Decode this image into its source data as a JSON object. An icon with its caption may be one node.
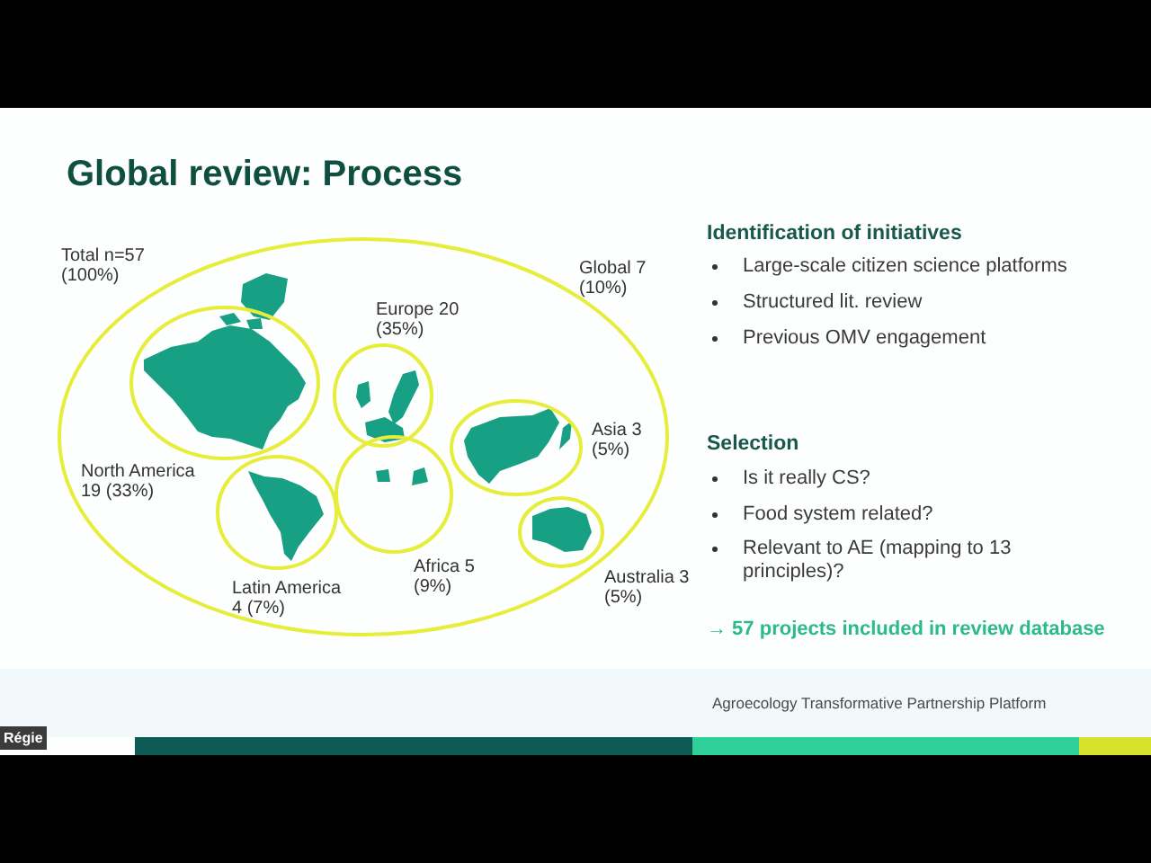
{
  "diagram": {
    "title": "Global review: Process",
    "nodes": [
      {
        "text": [
          "Total n=57 (100%)",
          "Global 7 (10%)"
        ]
      },
      {
        "text": [
          "North America 19 (33%)"
        ],
        "in": 0
      },
      {
        "text": [
          "Europe 20 (35%)"
        ],
        "in": 0
      },
      {
        "text": [
          "Asia 3 (5%)"
        ],
        "in": 0
      },
      {
        "text": [
          "Latin America 4 (7%)"
        ],
        "in": 0
      },
      {
        "text": [
          "Africa 5 (9%)"
        ],
        "in": 0
      },
      {
        "text": [
          "Australia 3 (5%)"
        ],
        "in": 0
      }
    ],
    "labels": [
      "Identification of initiatives",
      "Large-scale citizen science platforms",
      "Structured lit. review",
      "Previous OMV engagement",
      "Selection",
      "Is it really CS?",
      "Food system related?",
      "Relevant to AE (mapping to 13 principles)?",
      "→ 57 projects included in review database",
      "Agroecology Transformative Partnership Platform",
      "Régie"
    ]
  }
}
